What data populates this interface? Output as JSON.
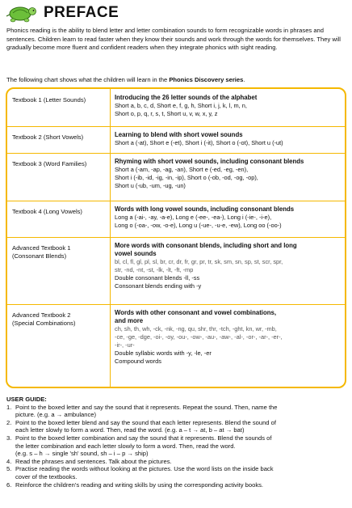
{
  "header": {
    "title": "PREFACE",
    "logo_icon": "turtle-icon"
  },
  "intro": "Phonics reading is the ability to blend letter and letter combination sounds to form recognizable words in phrases and sentences. Children learn to read faster when they know their sounds and work through the words for themselves. They will gradually become more fluent and confident readers when they integrate phonics with sight reading.",
  "lead": {
    "text": "The following chart shows what the children will learn in the ",
    "series": "Phonics Discovery series",
    "end": "."
  },
  "chart": {
    "border_color": "#f5b800",
    "rows": [
      {
        "label": "Textbook 1 (Letter Sounds)",
        "heading": "Introducing the 26 letter sounds of the alphabet",
        "lines": [
          "Short a, b, c, d, Short e, f, g, h, Short i, j, k, l, m, n,",
          "Short o, p, q, r, s, t, Short u, v, w, x, y, z"
        ]
      },
      {
        "label": "Textbook 2 (Short Vowels)",
        "heading": "Learning to blend with short vowel sounds",
        "lines": [
          "Short a (-at), Short e (-et), Short i (-it), Short o (-ot), Short u (-ut)"
        ]
      },
      {
        "label": "Textbook 3 (Word Families)",
        "heading": "Rhyming with short vowel sounds, including consonant blends",
        "lines": [
          "Short a (-am, -ap, -ag, -an), Short e (-ed, -eg, -en),",
          "Short i (-ib, -id, -ig, -in, -ip), Short o (-ob, -od, -og, -op),",
          "Short u (-ub, -um, -ug, -un)"
        ]
      },
      {
        "label": "Textbook 4 (Long Vowels)",
        "heading": "Words with long vowel sounds, including consonant blends",
        "lines": [
          "Long a (-ai-, -ay, -a-e), Long e (-ee-, -ea-), Long i (-ie-, -i-e),",
          "Long o (-oa-, -ow, -o-e), Long u (-ue-, -u-e, -ew), Long oo (-oo-)"
        ]
      },
      {
        "label": "Advanced Textbook 1",
        "label2": "(Consonant Blends)",
        "heading": "More words with consonant blends, including short and long",
        "heading2": "vowel sounds",
        "lines": [
          "bl, cl, fl, gl, pl, sl, br, cr, dr, fr, gr, pr, tr, sk, sm, sn, sp, st, scr, spr,",
          "str, -nd, -nt, -st, -lk, -lt, -ft, -mp",
          "Double consonant blends -ll, -ss",
          "Consonant blends ending with -y"
        ]
      },
      {
        "label": "Advanced Textbook 2",
        "label2": "(Special Combinations)",
        "heading": "Words with other consonant and vowel combinations,",
        "heading2": "and more",
        "lines": [
          "ch, sh, th, wh, -ck, -nk, -ng, qu, shr, thr, -tch, -ght, kn, wr, -mb,",
          "-ce, -ge, -dge, -oi-, -oy, -ou-, -ow-, -au-, -aw-, -al-, -or-, -ar-, -er-,",
          "-ir-, -ur-",
          "Double syllabic words with -y, -le, -er",
          "Compound words"
        ]
      }
    ]
  },
  "user_guide": {
    "title": "USER GUIDE:",
    "items": [
      {
        "num": "1.",
        "lines": [
          "Point to the boxed letter and say the sound that it represents. Repeat the sound. Then, name the",
          "picture. (e.g. a → ambulance)"
        ]
      },
      {
        "num": "2.",
        "lines": [
          "Point to the boxed letter blend and say the sound that each letter represents. Blend the sound of",
          "each letter slowly to form a word. Then, read the word. (e.g. a – t → at, b – at → bat)"
        ]
      },
      {
        "num": "3.",
        "lines": [
          "Point to the boxed letter combination and say the sound that it represents. Blend the sounds of",
          "the letter combination and each letter slowly to form a word. Then, read the word.",
          "(e.g. s – h → single 'sh' sound, sh – i – p → ship)"
        ]
      },
      {
        "num": "4.",
        "lines": [
          "Read the phrases and sentences. Talk about the pictures."
        ]
      },
      {
        "num": "5.",
        "lines": [
          "Practise reading the words without looking at the pictures. Use the word lists on the inside back",
          "cover of the textbooks."
        ]
      },
      {
        "num": "6.",
        "lines": [
          "Reinforce the children's reading and writing skills by using the corresponding activity books."
        ]
      }
    ]
  }
}
